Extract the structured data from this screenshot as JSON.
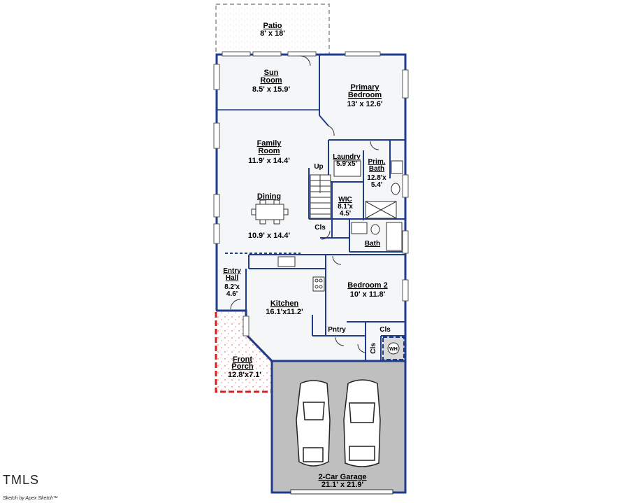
{
  "rooms": {
    "patio": {
      "name": "Patio",
      "dim": "8' x 18'"
    },
    "sun_room": {
      "name1": "Sun",
      "name2": "Room",
      "dim": "8.5' x 15.9'"
    },
    "primary_bedroom": {
      "name1": "Primary",
      "name2": "Bedroom",
      "dim": "13' x 12.6'"
    },
    "family_room": {
      "name1": "Family",
      "name2": "Room",
      "dim": "11.9' x 14.4'"
    },
    "dining": {
      "name": "Dining",
      "dim": "10.9' x 14.4'"
    },
    "laundry": {
      "name": "Laundry",
      "dim": "5.9'x5'"
    },
    "prim_bath": {
      "name1": "Prim.",
      "name2": "Bath",
      "dim1": "12.8'x",
      "dim2": "5.4'"
    },
    "wic": {
      "name": "WIC",
      "dim1": "8.1'x",
      "dim2": "4.5'"
    },
    "bath": {
      "name": "Bath"
    },
    "entry_hall": {
      "name1": "Entry",
      "name2": "Hall",
      "dim1": "8.2'x",
      "dim2": "4.6'"
    },
    "kitchen": {
      "name": "Kitchen",
      "dim": "16.1'x11.2'"
    },
    "bedroom2": {
      "name": "Bedroom 2",
      "dim": "10' x 11.8'"
    },
    "front_porch": {
      "name1": "Front",
      "name2": "Porch",
      "dim": "12.8'x7.1'"
    },
    "garage": {
      "name": "2-Car Garage",
      "dim": "21.1' x 21.9'"
    }
  },
  "labels": {
    "up": "Up",
    "cls_stair": "Cls",
    "cls_bed2": "Cls",
    "cls_garage": "Cls",
    "pantry": "Pntry",
    "water_heater": "WH"
  },
  "branding": {
    "logo": "TMLS",
    "credit": "Sketch by Apex Sketch™"
  },
  "colors": {
    "wall": "#1f3b8c",
    "porch": "#d81f1f",
    "patio": "#aaaaaa",
    "garage_floor": "#bfbfbf",
    "room_fill": "#f5f6f8"
  }
}
